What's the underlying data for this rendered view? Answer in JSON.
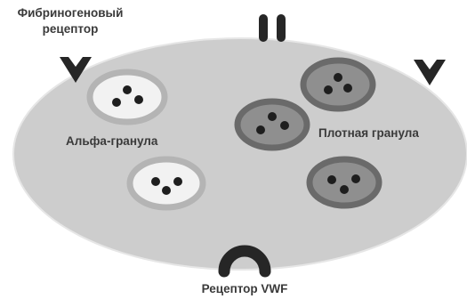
{
  "labels": {
    "fibrinogen_receptor_line1": "Фибриногеновый",
    "fibrinogen_receptor_line2": "рецептор",
    "alpha_granule": "Альфа-гранула",
    "dense_granule": "Плотная гранула",
    "vwf_receptor": "Рецептор VWF"
  },
  "colors": {
    "platelet_fill": "#cdcdcd",
    "platelet_outline": "#e6e6e6",
    "alpha_granule_ring": "#b4b4b4",
    "alpha_granule_core": "#f2f2f2",
    "dense_granule_ring": "#6a6a6a",
    "dense_granule_core": "#8f8f8f",
    "granule_dots": "#1e1e1e",
    "receptors": "#262626",
    "label_text": "#3a3a3a"
  }
}
